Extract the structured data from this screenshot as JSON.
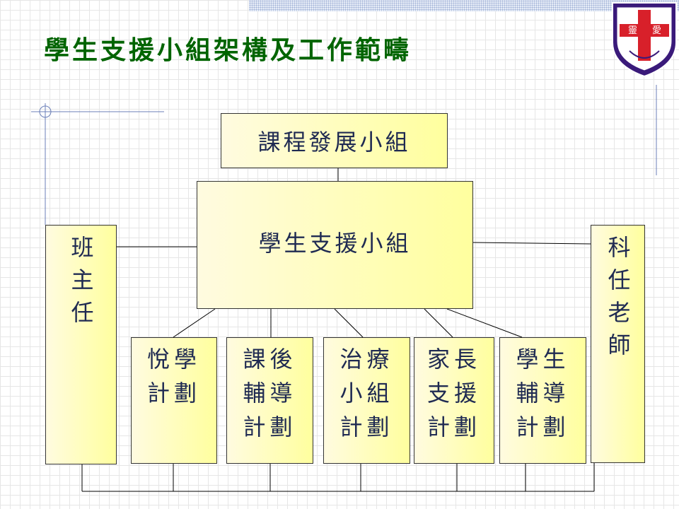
{
  "title": "學生支援小組架構及工作範疇",
  "boxes": {
    "curriculum": "課程發展小組",
    "support_team": "學生支援小組",
    "class_teacher": "班主任",
    "subject_teacher": "科任老師"
  },
  "programs": [
    {
      "lines": [
        "悅學",
        "計劃"
      ]
    },
    {
      "lines": [
        "課後",
        "輔導",
        "計劃"
      ]
    },
    {
      "lines": [
        "治療",
        "小組",
        "計劃"
      ]
    },
    {
      "lines": [
        "家長",
        "支援",
        "計劃"
      ]
    },
    {
      "lines": [
        "學生",
        "輔導",
        "計劃"
      ]
    }
  ],
  "logo": {
    "text": "靈愛",
    "colors": {
      "shield": "#3a1a7a",
      "cross": "#d8202a"
    }
  },
  "colors": {
    "title": "#006400",
    "box_text": "#1f2a52",
    "box_fill_light": "#fffbe0",
    "box_fill_dark": "#ffff9e"
  }
}
